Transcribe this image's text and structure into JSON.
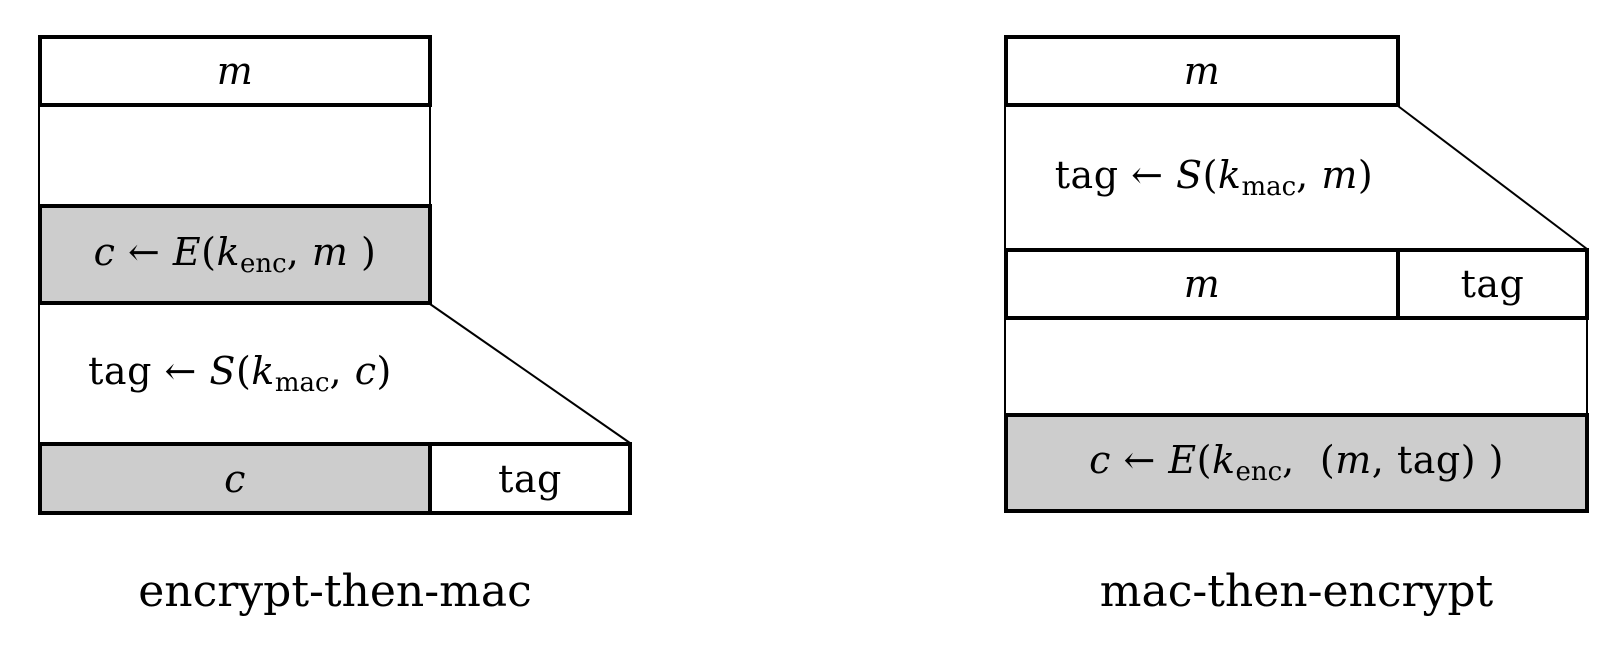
{
  "colors": {
    "box_fill_gray": "#cdcdcd",
    "line": "#000000",
    "background": "#ffffff"
  },
  "left_diagram": {
    "label": "encrypt-then-mac",
    "top_box": {
      "text": "m"
    },
    "encrypt_formula": {
      "seg": [
        "c",
        " ← ",
        "E",
        "(",
        "k",
        "enc",
        ", ",
        "m",
        " )"
      ]
    },
    "tag_formula": {
      "seg": [
        "tag",
        " ← ",
        "S",
        "(",
        "k",
        "mac",
        ", ",
        "c",
        ")"
      ]
    },
    "output_box": {
      "cipher": "c",
      "tag": "tag"
    }
  },
  "right_diagram": {
    "label": "mac-then-encrypt",
    "top_box": {
      "text": "m"
    },
    "tag_formula": {
      "seg": [
        "tag",
        " ← ",
        "S",
        "(",
        "k",
        "mac",
        ", ",
        "m",
        ")"
      ]
    },
    "mid_box": {
      "message": "m",
      "tag": "tag"
    },
    "encrypt_formula": {
      "seg": [
        "c",
        " ← ",
        "E",
        "(",
        "k",
        "enc",
        ",  (",
        "m",
        ", tag) )"
      ]
    }
  }
}
